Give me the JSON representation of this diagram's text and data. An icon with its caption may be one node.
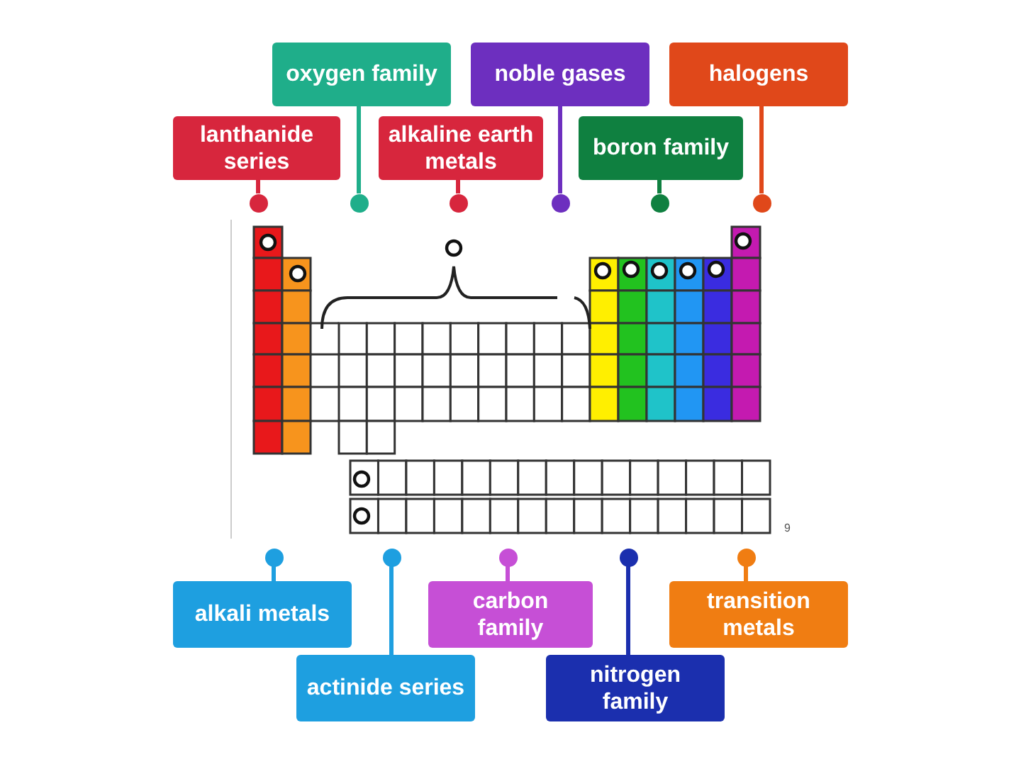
{
  "diagram": {
    "nodes": [
      {
        "text": [
          "oxygen family"
        ]
      },
      {
        "text": [
          "noble gases"
        ]
      },
      {
        "text": [
          "halogens"
        ]
      },
      {
        "text": [
          "lanthanide series"
        ]
      },
      {
        "text": [
          "alkaline earth metals"
        ]
      },
      {
        "text": [
          "boron family"
        ]
      },
      {
        "text": [
          "alkali metals"
        ]
      },
      {
        "text": [
          "carbon family"
        ]
      },
      {
        "text": [
          "transition metals"
        ]
      },
      {
        "text": [
          "actinide series"
        ]
      },
      {
        "text": [
          "nitrogen family"
        ]
      },
      {
        "text": [],
        "shape": "circle"
      },
      {
        "text": [],
        "shape": "circle"
      },
      {
        "text": [],
        "shape": "circle"
      },
      {
        "text": [],
        "shape": "circle"
      },
      {
        "text": [],
        "shape": "circle"
      },
      {
        "text": [],
        "shape": "circle"
      },
      {
        "text": [],
        "shape": "circle"
      },
      {
        "text": [],
        "shape": "circle"
      },
      {
        "text": [],
        "shape": "circle"
      },
      {
        "text": [],
        "shape": "circle"
      },
      {
        "text": [],
        "shape": "circle"
      }
    ],
    "edges": [
      {
        "from": 0,
        "to": 12,
        "arrow": "none",
        "color": "#1fae8a"
      },
      {
        "from": 1,
        "to": 14,
        "arrow": "none",
        "color": "#6d2fbf"
      },
      {
        "from": 2,
        "to": 16,
        "arrow": "none",
        "color": "#e0481a"
      },
      {
        "from": 3,
        "to": 11,
        "arrow": "none",
        "color": "#d7263d"
      },
      {
        "from": 4,
        "to": 13,
        "arrow": "none",
        "color": "#d7263d"
      },
      {
        "from": 5,
        "to": 15,
        "arrow": "none",
        "color": "#0f8040"
      },
      {
        "from": 6,
        "to": 17,
        "arrow": "none",
        "color": "#1e9fe0"
      },
      {
        "from": 7,
        "to": 19,
        "arrow": "none",
        "color": "#c64fd6"
      },
      {
        "from": 8,
        "to": 21,
        "arrow": "none",
        "color": "#f07d12"
      },
      {
        "from": 9,
        "to": 18,
        "arrow": "none",
        "color": "#1e9fe0"
      },
      {
        "from": 10,
        "to": 20,
        "arrow": "none",
        "color": "#1b2fae"
      }
    ],
    "labels": [
      "9"
    ]
  }
}
